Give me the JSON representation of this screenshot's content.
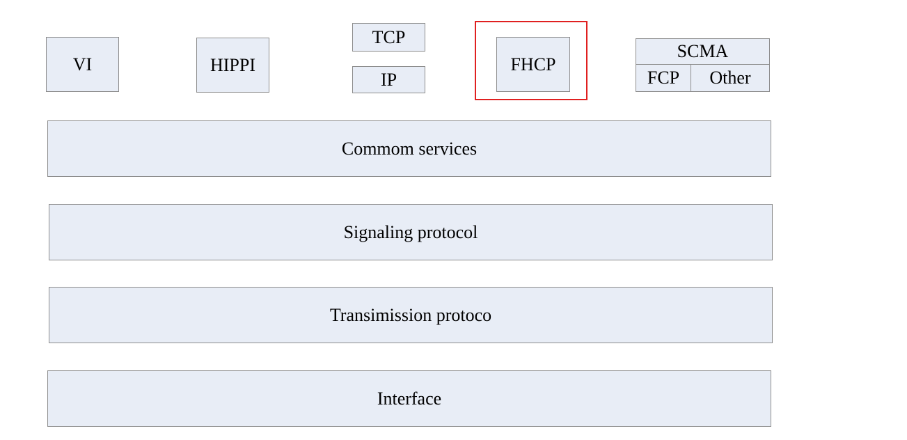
{
  "upper_protocols": {
    "vi": "VI",
    "hippi": "HIPPI",
    "tcp": "TCP",
    "ip": "IP",
    "fhcp": "FHCP",
    "scma": {
      "title": "SCMA",
      "fcp": "FCP",
      "other": "Other"
    }
  },
  "layers": {
    "common_services": "Commom services",
    "signaling_protocol": "Signaling protocol",
    "transmission_protocol": "Transimission protoco",
    "interface": "Interface"
  },
  "colors": {
    "box_fill": "#e8edf6",
    "box_border": "#8c8c8c",
    "highlight": "#e02020"
  }
}
